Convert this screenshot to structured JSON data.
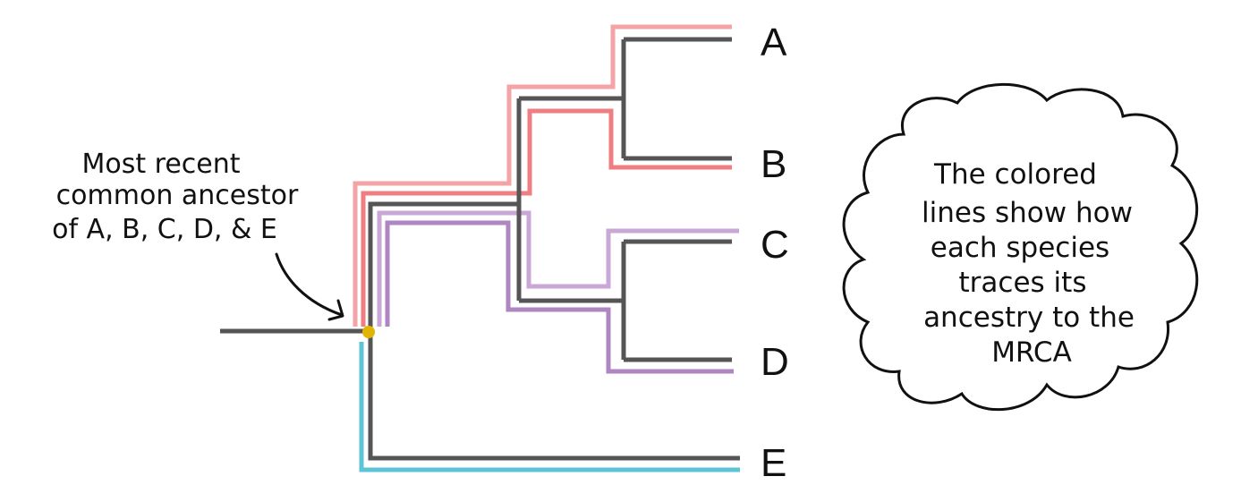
{
  "taxa": [
    {
      "id": "A",
      "label": "A"
    },
    {
      "id": "B",
      "label": "B"
    },
    {
      "id": "C",
      "label": "C"
    },
    {
      "id": "D",
      "label": "D"
    },
    {
      "id": "E",
      "label": "E"
    }
  ],
  "mrca_annotation": {
    "lines": [
      "Most recent",
      "common ancestor",
      "of A, B, C, D, & E"
    ]
  },
  "cloud_note": {
    "lines": [
      "The colored",
      "lines show how",
      "each species",
      "traces its",
      "ancestry to the",
      "MRCA"
    ]
  },
  "colors": {
    "tree": "#555555",
    "path_a": "#f4a3a6",
    "path_b": "#ef7d82",
    "path_c": "#c9a7d6",
    "path_d": "#ad86c2",
    "path_e": "#5cc4d6",
    "mrca_node": "#e0b400",
    "ink": "#111111"
  }
}
